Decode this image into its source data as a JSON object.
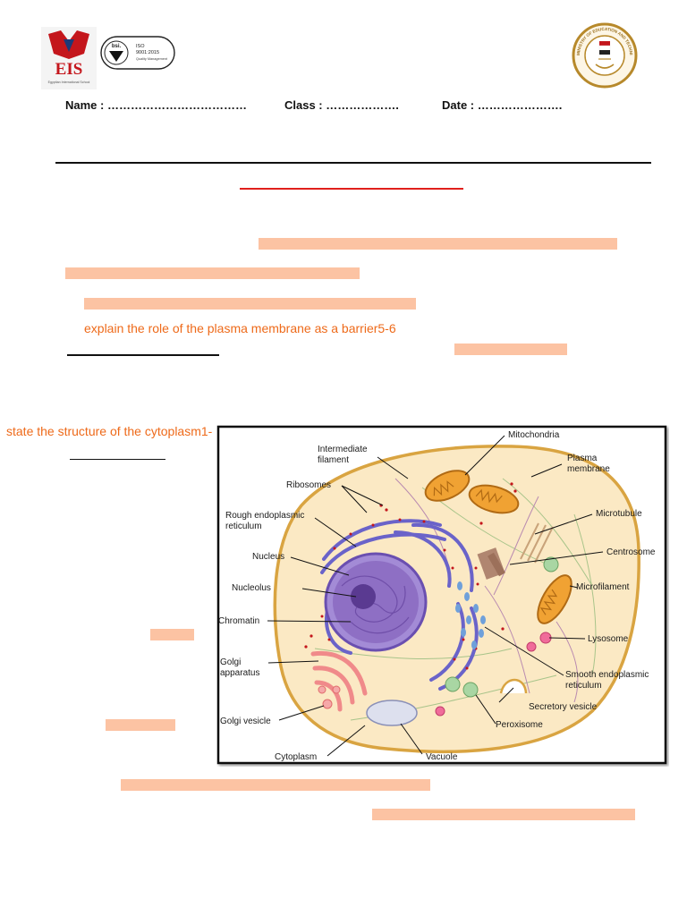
{
  "logo": {
    "eis_text": "EIS",
    "eis_subtext": "Egyptian International School",
    "cert_brand": "bsi.",
    "cert_iso": "ISO",
    "cert_number": "9001:2015",
    "cert_caption": "Quality Management",
    "ministry_text": "MINISTRY OF EDUCATION AND TECHNICAL EDUCATION"
  },
  "header": {
    "name_label": "Name : ………………………………",
    "class_label": "Class :  ……………….",
    "date_label": "Date :  …………………."
  },
  "content": {
    "objective_2": "explain the role of the plasma membrane as a barrier5-6",
    "objective_1": "state the structure of the cytoplasm1-"
  },
  "diagram_labels": {
    "intermediate_filament": [
      "Intermediate",
      "filament"
    ],
    "mitochondria": "Mitochondria",
    "plasma_membrane": [
      "Plasma",
      "membrane"
    ],
    "ribosomes": "Ribosomes",
    "rough_er": [
      "Rough endoplasmic",
      "reticulum"
    ],
    "microtubule": "Microtubule",
    "centrosome": "Centrosome",
    "nucleus": "Nucleus",
    "nucleolus": "Nucleolus",
    "microfilament": "Microfilament",
    "chromatin": "Chromatin",
    "lysosome": "Lysosome",
    "golgi_apparatus": [
      "Golgi",
      "apparatus"
    ],
    "smooth_er": [
      "Smooth endoplasmic",
      "reticulum"
    ],
    "secretory_vesicle": "Secretory vesicle",
    "golgi_vesicle": "Golgi vesicle",
    "peroxisome": "Peroxisome",
    "cytoplasm": "Cytoplasm",
    "vacuole": "Vacuole"
  },
  "colors": {
    "highlight_bar": "#fcc3a3",
    "objective_text": "#ee6a1a",
    "title_underline": "#e0201c",
    "cell_fill": "#fbe9c4",
    "cell_membrane": "#d9a441",
    "nucleus": "#8e6fc4",
    "er": "#6a63c9",
    "mitochondria": "#f0a233",
    "golgi": "#f08a8a"
  }
}
